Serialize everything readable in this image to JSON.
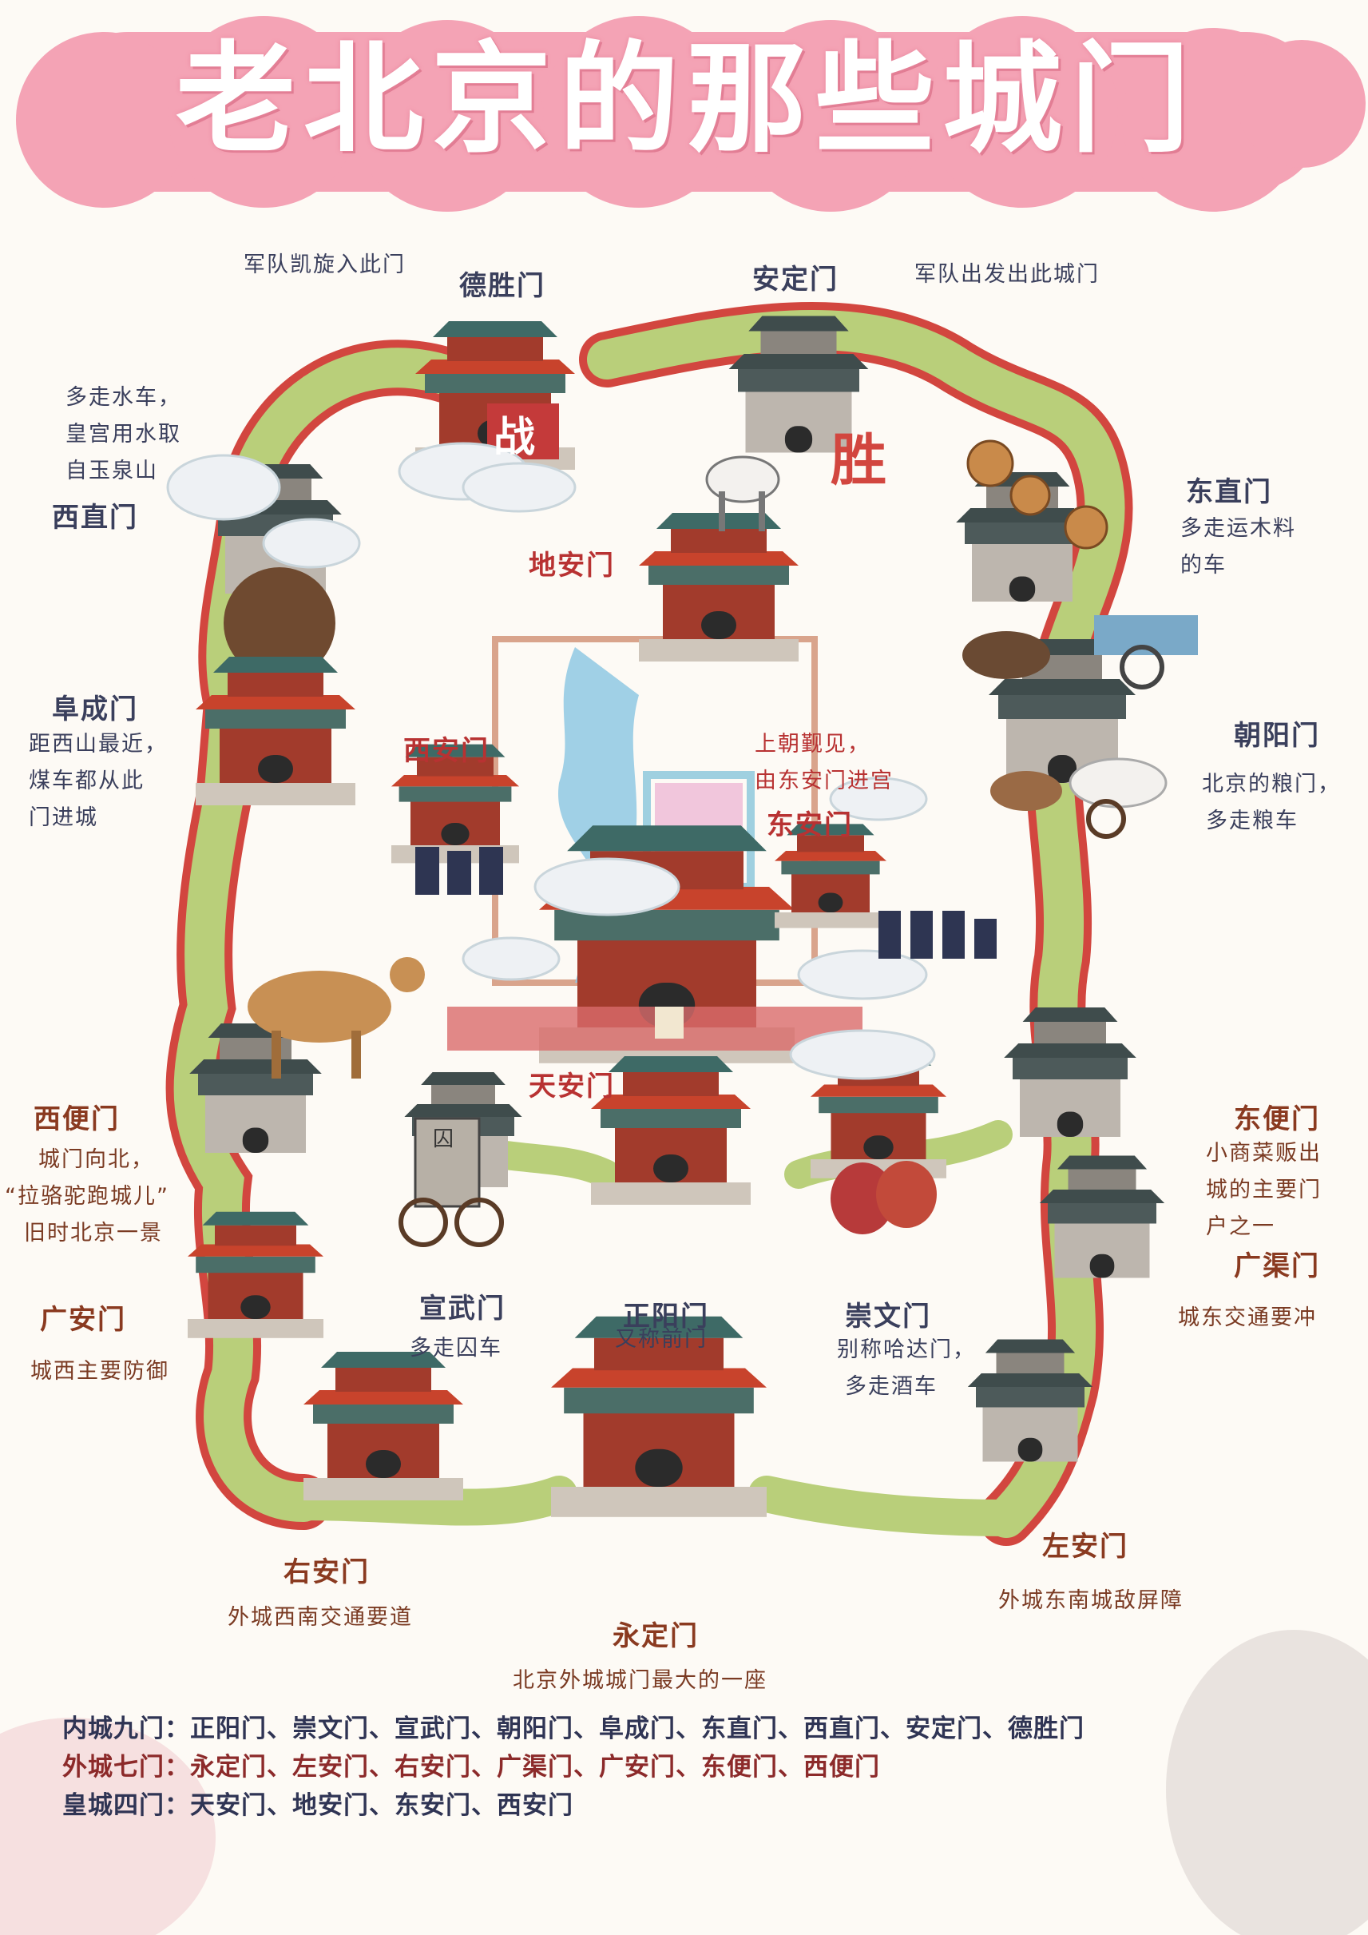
{
  "title": "老北京的那些城门",
  "signs": {
    "zhan": "战",
    "sheng": "胜",
    "qiu": "囚"
  },
  "gates": {
    "deshengmen": "德胜门",
    "andingmen": "安定门",
    "dongzhimen": "东直门",
    "xizhimen": "西直门",
    "dianmen": "地安门",
    "fuchengmen": "阜成门",
    "xianmen": "西安门",
    "dongan": "东安门",
    "chaoyangmen": "朝阳门",
    "tiananmen": "天安门",
    "xibianmen": "西便门",
    "dongbianmen": "东便门",
    "guanganmen": "广安门",
    "guangqumen": "广渠门",
    "xuanwumen": "宣武门",
    "zhengyangmen": "正阳门",
    "chongwenmen": "崇文门",
    "youanmen": "右安门",
    "zuoanmen": "左安门",
    "yongdingmen": "永定门"
  },
  "notes": {
    "desheng": "军队凯旋入此门",
    "anding": "军队出发出此城门",
    "xizhi": [
      "多走水车，",
      "皇宫用水取",
      "自玉泉山"
    ],
    "dongzhi": [
      "多走运木料",
      "的车"
    ],
    "fucheng": [
      "距西山最近，",
      "煤车都从此",
      "门进城"
    ],
    "dongan": [
      "上朝觐见，",
      "由东安门进宫"
    ],
    "chaoyang": [
      "北京的粮门，",
      "多走粮车"
    ],
    "xibian": [
      "城门向北，",
      "“拉骆驼跑城儿”",
      "旧时北京一景"
    ],
    "dongbian": [
      "小商菜贩出",
      "城的主要门",
      "户之一"
    ],
    "guangan": "城西主要防御",
    "guangqu": "城东交通要冲",
    "xuanwu": "多走囚车",
    "zhengyang": "又称前门",
    "chongwen": [
      "别称哈达门，",
      "多走酒车"
    ],
    "youan": "外城西南交通要道",
    "zuoan": "外城东南城敌屏障",
    "yongding": "北京外城城门最大的一座"
  },
  "legend": {
    "inner": "内城九门：正阳门、崇文门、宣武门、朝阳门、阜成门、东直门、西直门、安定门、德胜门",
    "outer": "外城七门：永定门、左安门、右安门、广渠门、广安门、东便门、西便门",
    "imperial": "皇城四门：天安门、地安门、东安门、西安门"
  },
  "colors": {
    "title_pink": "#f4a3b5",
    "dragon_green": "#b9cf7a",
    "dragon_red": "#d2463f",
    "roof_red": "#c8432c",
    "roof_teal": "#3e6a66",
    "lake_blue": "#8fc8e3",
    "palace_pink": "#f1c6dc"
  }
}
